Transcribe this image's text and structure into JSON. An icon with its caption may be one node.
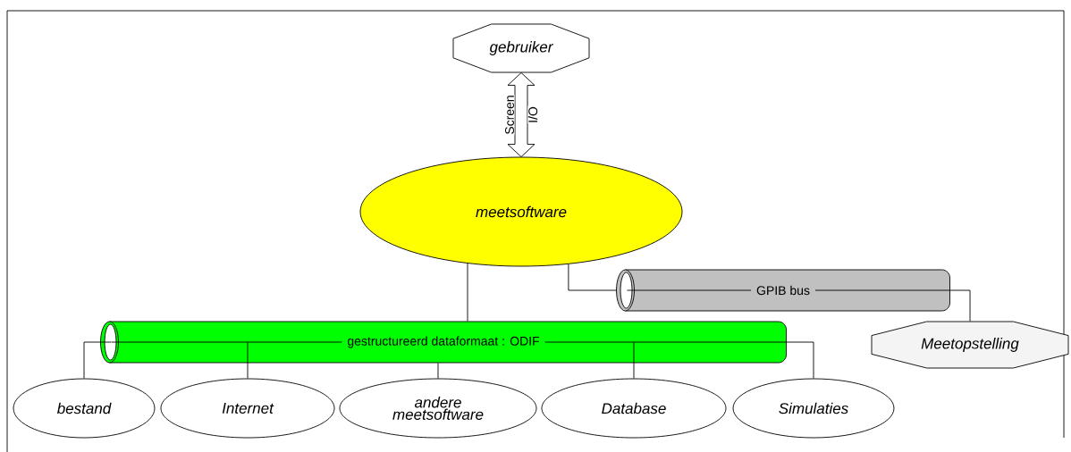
{
  "diagram": {
    "nodes": [
      {
        "text": [
          "gebruiker"
        ]
      },
      {
        "text": [
          "meetsoftware"
        ]
      },
      {
        "text": [
          "GPIB bus"
        ]
      },
      {
        "text": [
          "Meetopstelling"
        ]
      },
      {
        "text": [
          "gestructureerd dataformaat : ODIF"
        ]
      },
      {
        "text": [
          "bestand"
        ]
      },
      {
        "text": [
          "Internet"
        ]
      },
      {
        "text": [
          "andere meetsoftware"
        ]
      },
      {
        "text": [
          "Database"
        ]
      },
      {
        "text": [
          "Simulaties"
        ]
      }
    ],
    "edges": [
      {
        "from": 0,
        "to": 1,
        "arrow": "both",
        "label": "Screen"
      },
      {
        "from": 1,
        "to": 4,
        "arrow": "none"
      },
      {
        "from": 1,
        "to": 2,
        "arrow": "none"
      },
      {
        "from": 2,
        "to": 3,
        "arrow": "none"
      },
      {
        "from": 4,
        "to": 5,
        "arrow": "none"
      },
      {
        "from": 4,
        "to": 6,
        "arrow": "none"
      },
      {
        "from": 4,
        "to": 7,
        "arrow": "none"
      },
      {
        "from": 4,
        "to": 8,
        "arrow": "none"
      },
      {
        "from": 4,
        "to": 9,
        "arrow": "none"
      }
    ],
    "labels": [
      "I/O"
    ]
  }
}
